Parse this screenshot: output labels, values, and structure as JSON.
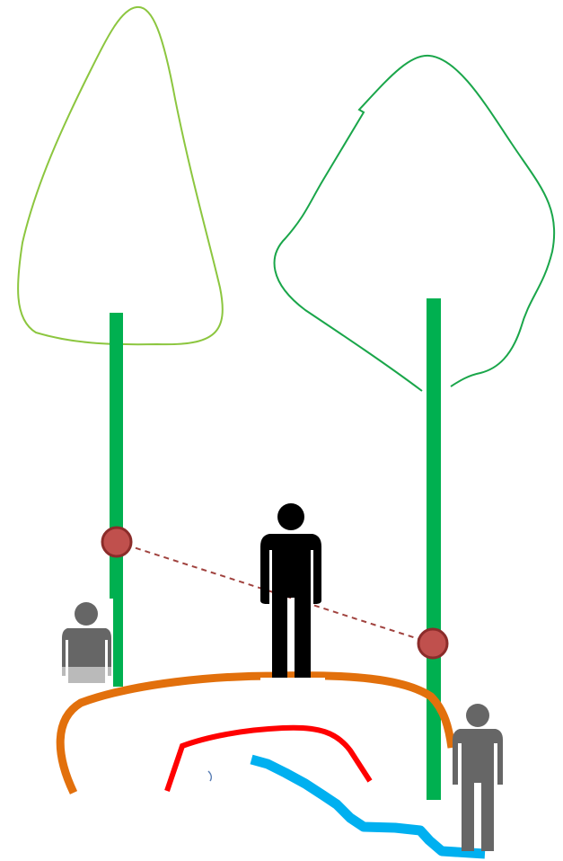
{
  "diagram": {
    "colors": {
      "background": "#ffffff",
      "tree_left_canopy": "#8cc63f",
      "tree_right_canopy": "#1aa64a",
      "trunk": "#00b050",
      "ground_curve": "#e2700c",
      "red_path": "#ff0000",
      "water_path": "#00b0f0",
      "marker_fill": "#c0504d",
      "marker_stroke": "#8b2c2a",
      "sight_line": "#a0423e",
      "person_black": "#000000",
      "person_gray": "#666666"
    },
    "elements": {
      "trees": [
        "left-tree",
        "right-tree"
      ],
      "markers": [
        "marker-left-trunk",
        "marker-right-trunk"
      ],
      "figures": [
        "standing-person-center",
        "seated-person-left",
        "standing-person-right"
      ]
    }
  }
}
